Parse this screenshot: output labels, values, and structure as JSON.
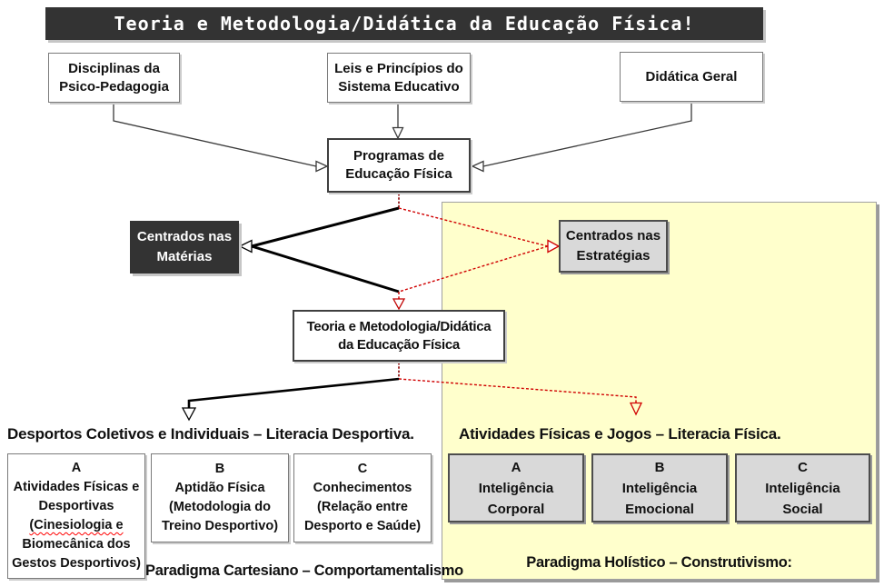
{
  "header": {
    "title": "Teoria e Metodologia/Didática da Educação Física!"
  },
  "boxes": {
    "disciplinas": "Disciplinas da\nPsico-Pedagogia",
    "leis": "Leis e Princípios do\nSistema Educativo",
    "didatica_geral": "Didática Geral",
    "programas": "Programas de\nEducação Física",
    "centrados_materias": "Centrados nas\nMatérias",
    "centrados_estrategias": "Centrados nas\nEstratégias",
    "teoria_metodologia": "Teoria e Metodologia/Didática\nda Educação Física"
  },
  "left_section": {
    "heading": "Desportos Coletivos e Individuais – Literacia Desportiva.",
    "box_a": {
      "title": "A",
      "body_before": "Atividades Físicas e\nDesportivas\n",
      "squiggle_text": "(Cinesiologia e",
      "body_after": "\nBiomecânica dos\nGestos Desportivos)"
    },
    "box_b": {
      "title": "B",
      "body": "Aptidão Física\n(Metodologia do\nTreino Desportivo)"
    },
    "box_c": {
      "title": "C",
      "body": "Conhecimentos\n(Relação entre\nDesporto e Saúde)"
    },
    "paradigm": "Paradigma Cartesiano – Comportamentalismo"
  },
  "right_section": {
    "heading": "Atividades Físicas e Jogos – Literacia Física.",
    "box_a": {
      "title": "A",
      "body": "Inteligência\nCorporal"
    },
    "box_b": {
      "title": "B",
      "body": "Inteligência\nEmocional"
    },
    "box_c": {
      "title": "C",
      "body": "Inteligência\nSocial"
    },
    "paradigm": "Paradigma Holístico – Construtivismo:"
  },
  "colors": {
    "dark": "#333333",
    "yellow_region": "#ffffcc",
    "gray_box": "#d9d9d9",
    "red_dashed": "#d00000",
    "dark_red_stub": "#8b0000",
    "squiggle_red": "#ff0000"
  }
}
